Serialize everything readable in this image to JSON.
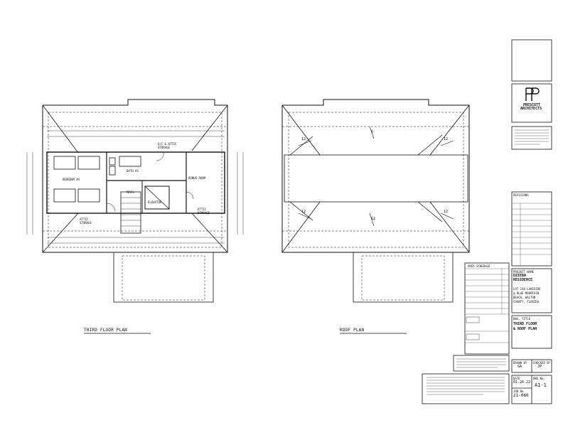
{
  "sheet": {
    "left_plan_title": "THIRD FLOOR PLAN",
    "right_plan_title": "ROOF PLAN",
    "rooms": {
      "bedroom": "BEDROOM #4",
      "attic_upper": "A/C & ATTIC STORAGE",
      "bath": "BATH #3",
      "bonus": "BONUS ROOM",
      "mech": "MECH.",
      "elevator": "ELEVATOR",
      "attic_left": "ATTIC STORAGE",
      "attic_right": "ATTIC STORAGE"
    },
    "roof_pitch": "12",
    "roof_slope": "6"
  },
  "title_block": {
    "firm_name_1": "PRESCOTT",
    "firm_name_2": "ARCHITECTS",
    "project_label": "PROJECT NAME",
    "project_name_1": "DZIEBA",
    "project_name_2": "RESIDENCE",
    "lot_line_1": "LOT 140 LAKESIDE",
    "lot_line_2": "@ BLUE MOUNTAIN",
    "lot_line_3": "BEACH, WALTON",
    "lot_line_4": "COUNTY, FLORIDA",
    "dwg_title_label": "DWG. TITLE",
    "dwg_title_1": "THIRD FLOOR",
    "dwg_title_2": "& ROOF PLAN",
    "revisions": "REVISIONS",
    "area_schedule": "AREA SCHEDULE",
    "drawn_by_label": "DRAWN BY",
    "drawn_by": "GA",
    "checked_by_label": "CHECKED BY",
    "checked_by": "JP",
    "date_label": "DATE",
    "date": "01-26-22",
    "dwg_no_label": "DWG No.",
    "dwg_no": "A1-1",
    "job_no_label": "JOB No.",
    "job_no": "21-060"
  }
}
